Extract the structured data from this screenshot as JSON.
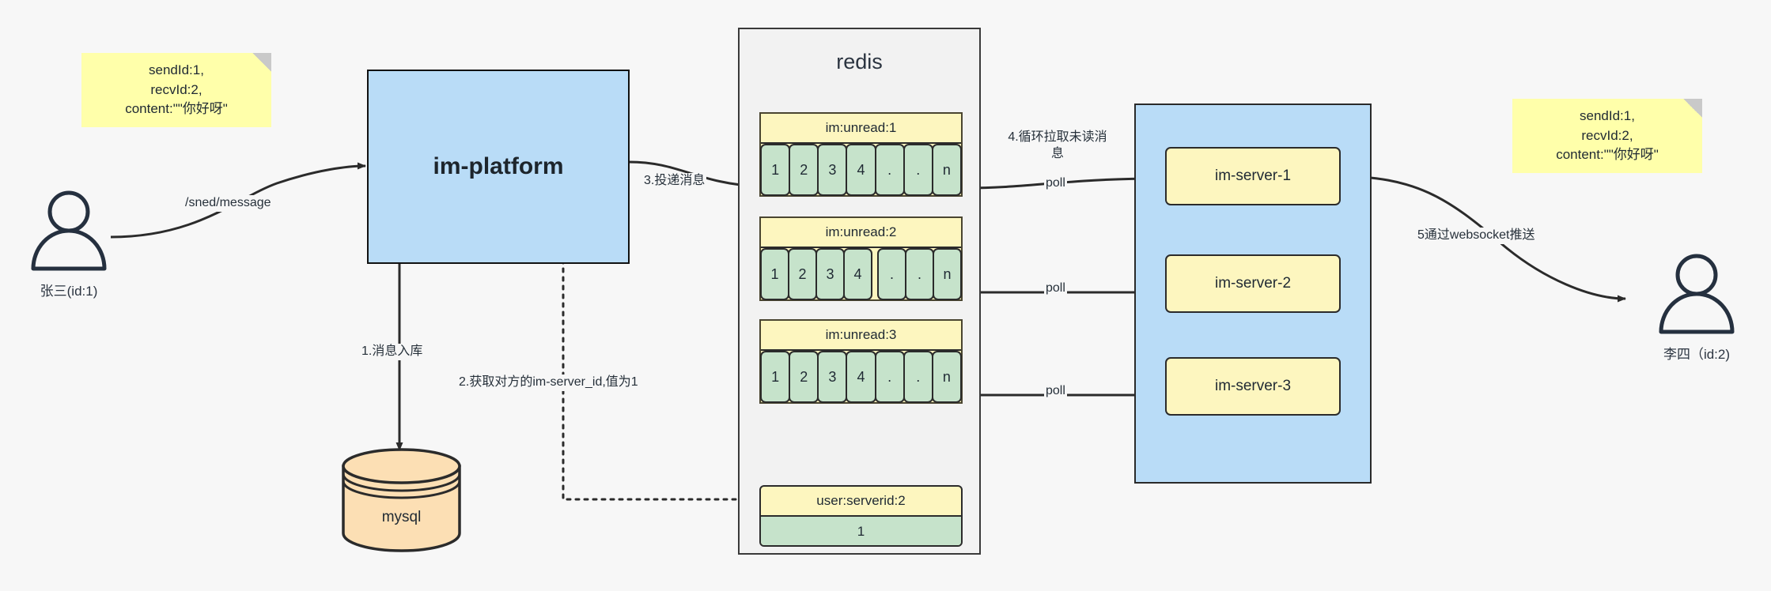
{
  "diagram": {
    "title": "IM message delivery architecture",
    "colors": {
      "background": "#f7f7f7",
      "note": "#ffffaa",
      "platform": "#b9dcf7",
      "server_box": "#fdf6bf",
      "cell": "#c6e3cb",
      "mysql": "#fcdfb4",
      "stroke": "#2b2b2b"
    }
  },
  "notes": {
    "left": "sendId:1,\nrecvId:2,\ncontent:\"\"你好呀\"",
    "right": "sendId:1,\nrecvId:2,\ncontent:\"\"你好呀\""
  },
  "actors": {
    "sender": {
      "label": "张三(id:1)",
      "icon": "user-icon"
    },
    "receiver": {
      "label": "李四（id:2)",
      "icon": "user-icon"
    }
  },
  "nodes": {
    "platform": "im-platform",
    "mysql": "mysql",
    "redis_title": "redis",
    "servers": [
      "im-server-1",
      "im-server-2",
      "im-server-3"
    ]
  },
  "redis_keys": [
    {
      "name": "im:unread:1",
      "cells": [
        "1",
        "2",
        "3",
        "4",
        ".",
        ".",
        "n"
      ]
    },
    {
      "name": "im:unread:2",
      "cells": [
        "1",
        "2",
        "3",
        "4",
        ".",
        ".",
        "n"
      ]
    },
    {
      "name": "im:unread:3",
      "cells": [
        "1",
        "2",
        "3",
        "4",
        ".",
        ".",
        "n"
      ]
    }
  ],
  "redis_kv": {
    "key": "user:serverid:2",
    "value": "1"
  },
  "edges": {
    "send_message": "/sned/message",
    "step1": "1.消息入库",
    "step2": "2.获取对方的im-server_id,值为1",
    "step3": "3.投递消息",
    "step4": "4.循环拉取未读消\n息",
    "poll1": "poll",
    "poll2": "poll",
    "poll3": "poll",
    "step5": "5通过websocket推送"
  }
}
